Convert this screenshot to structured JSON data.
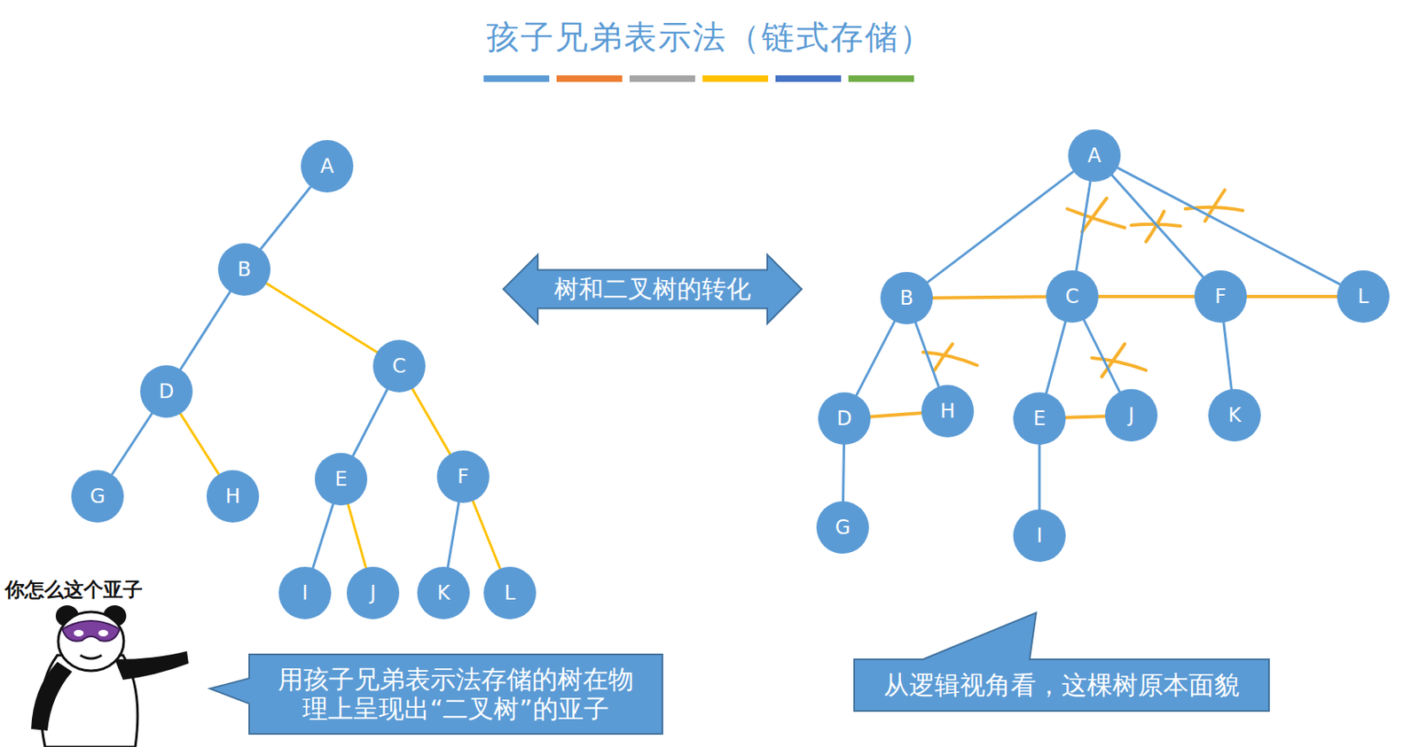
{
  "diagram": {
    "title": "孩子兄弟表示法（链式存储）",
    "nodes": [
      {
        "text": [
          "A"
        ]
      },
      {
        "text": [
          "B"
        ]
      },
      {
        "text": [
          "D"
        ]
      },
      {
        "text": [
          "C"
        ]
      },
      {
        "text": [
          "G"
        ]
      },
      {
        "text": [
          "H"
        ]
      },
      {
        "text": [
          "E"
        ]
      },
      {
        "text": [
          "F"
        ]
      },
      {
        "text": [
          "I"
        ]
      },
      {
        "text": [
          "J"
        ]
      },
      {
        "text": [
          "K"
        ]
      },
      {
        "text": [
          "L"
        ]
      },
      {
        "text": [
          "树和二叉树的转化"
        ]
      },
      {
        "text": [
          "A"
        ]
      },
      {
        "text": [
          "B"
        ]
      },
      {
        "text": [
          "C"
        ]
      },
      {
        "text": [
          "F"
        ]
      },
      {
        "text": [
          "L"
        ]
      },
      {
        "text": [
          "D"
        ]
      },
      {
        "text": [
          "H"
        ]
      },
      {
        "text": [
          "E"
        ]
      },
      {
        "text": [
          "J"
        ]
      },
      {
        "text": [
          "K"
        ]
      },
      {
        "text": [
          "G"
        ]
      },
      {
        "text": [
          "I"
        ]
      },
      {
        "text": [
          "用孩子兄弟表示法存储的树在物理上呈现出“二叉树”的亚子"
        ]
      },
      {
        "text": [
          "从逻辑视角看，这棵树原本面貌"
        ]
      }
    ],
    "edges": [
      {
        "from": 0,
        "to": 1,
        "arrow": "none"
      },
      {
        "from": 1,
        "to": 2,
        "arrow": "none"
      },
      {
        "from": 1,
        "to": 3,
        "arrow": "none"
      },
      {
        "from": 2,
        "to": 4,
        "arrow": "none"
      },
      {
        "from": 2,
        "to": 5,
        "arrow": "none"
      },
      {
        "from": 3,
        "to": 6,
        "arrow": "none"
      },
      {
        "from": 3,
        "to": 7,
        "arrow": "none"
      },
      {
        "from": 6,
        "to": 8,
        "arrow": "none"
      },
      {
        "from": 6,
        "to": 9,
        "arrow": "none"
      },
      {
        "from": 7,
        "to": 10,
        "arrow": "none"
      },
      {
        "from": 7,
        "to": 11,
        "arrow": "none"
      },
      {
        "from": 13,
        "to": 14,
        "arrow": "none"
      },
      {
        "from": 13,
        "to": 15,
        "arrow": "none"
      },
      {
        "from": 13,
        "to": 16,
        "arrow": "none"
      },
      {
        "from": 13,
        "to": 17,
        "arrow": "none"
      },
      {
        "from": 14,
        "to": 18,
        "arrow": "none"
      },
      {
        "from": 14,
        "to": 19,
        "arrow": "none"
      },
      {
        "from": 15,
        "to": 20,
        "arrow": "none"
      },
      {
        "from": 15,
        "to": 21,
        "arrow": "none"
      },
      {
        "from": 16,
        "to": 22,
        "arrow": "none"
      },
      {
        "from": 18,
        "to": 23,
        "arrow": "none"
      },
      {
        "from": 20,
        "to": 24,
        "arrow": "none"
      },
      {
        "from": 14,
        "to": 15,
        "arrow": "none"
      },
      {
        "from": 15,
        "to": 16,
        "arrow": "none"
      },
      {
        "from": 16,
        "to": 17,
        "arrow": "none"
      },
      {
        "from": 18,
        "to": 19,
        "arrow": "none"
      },
      {
        "from": 20,
        "to": 21,
        "arrow": "none"
      }
    ],
    "labels": [
      "你怎么这个亚子"
    ]
  }
}
